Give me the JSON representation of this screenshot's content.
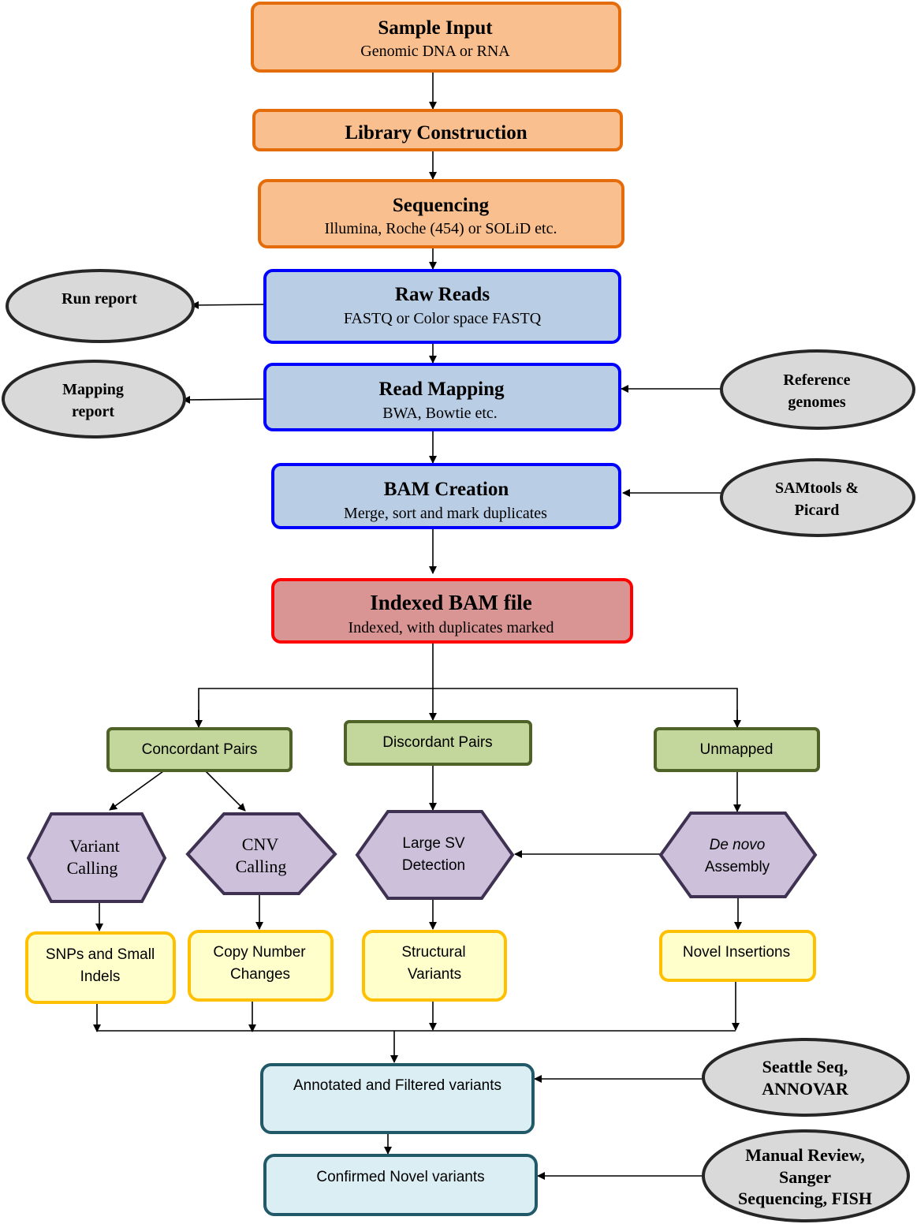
{
  "colors": {
    "orange_fill": "#F9BF8F",
    "orange_stroke": "#E46C0A",
    "blue_fill": "#B9CDE5",
    "blue_stroke": "#0000FF",
    "red_fill": "#D99594",
    "red_stroke": "#FF0000",
    "gray_fill": "#D9D9D9",
    "gray_stroke": "#262626",
    "green_fill": "#C3D69B",
    "green_stroke": "#4F6228",
    "purple_fill": "#CCC0DA",
    "purple_stroke": "#3F3151",
    "yellow_fill": "#FFFFCC",
    "yellow_stroke": "#FFC000",
    "teal_fill": "#DBEEF4",
    "teal_stroke": "#215968"
  },
  "pipeline": {
    "sample_input": {
      "title": "Sample Input",
      "subtitle": "Genomic DNA or RNA"
    },
    "library": {
      "title": "Library Construction"
    },
    "sequencing": {
      "title": "Sequencing",
      "subtitle": "Illumina, Roche (454) or SOLiD etc."
    },
    "raw_reads": {
      "title": "Raw Reads",
      "subtitle": "FASTQ or Color space FASTQ"
    },
    "read_mapping": {
      "title": "Read Mapping",
      "subtitle": "BWA, Bowtie etc."
    },
    "bam_creation": {
      "title": "BAM Creation",
      "subtitle": "Merge, sort and mark duplicates"
    },
    "indexed_bam": {
      "title": "Indexed BAM file",
      "subtitle": "Indexed, with duplicates marked"
    }
  },
  "side": {
    "run_report": "Run report",
    "mapping_report": [
      "Mapping",
      "report"
    ],
    "reference_genomes": [
      "Reference",
      "genomes"
    ],
    "samtools": [
      "SAMtools &",
      "Picard"
    ],
    "seattle_seq": [
      "Seattle Seq,",
      "ANNOVAR"
    ],
    "manual_review": [
      "Manual Review,",
      "Sanger",
      "Sequencing, FISH"
    ]
  },
  "categories": {
    "concordant": "Concordant Pairs",
    "discordant": "Discordant Pairs",
    "unmapped": "Unmapped"
  },
  "analyses": {
    "variant_calling": [
      "Variant",
      "Calling"
    ],
    "cnv_calling": [
      "CNV",
      "Calling"
    ],
    "large_sv": [
      "Large SV",
      "Detection"
    ],
    "de_novo": [
      "De novo",
      "Assembly"
    ]
  },
  "results": {
    "snps": [
      "SNPs and Small",
      "Indels"
    ],
    "copy_number": [
      "Copy Number",
      "Changes"
    ],
    "structural": [
      "Structural",
      "Variants"
    ],
    "novel_insertions": [
      "Novel Insertions"
    ]
  },
  "final": {
    "annotated": "Annotated and Filtered variants",
    "confirmed": "Confirmed Novel variants"
  }
}
